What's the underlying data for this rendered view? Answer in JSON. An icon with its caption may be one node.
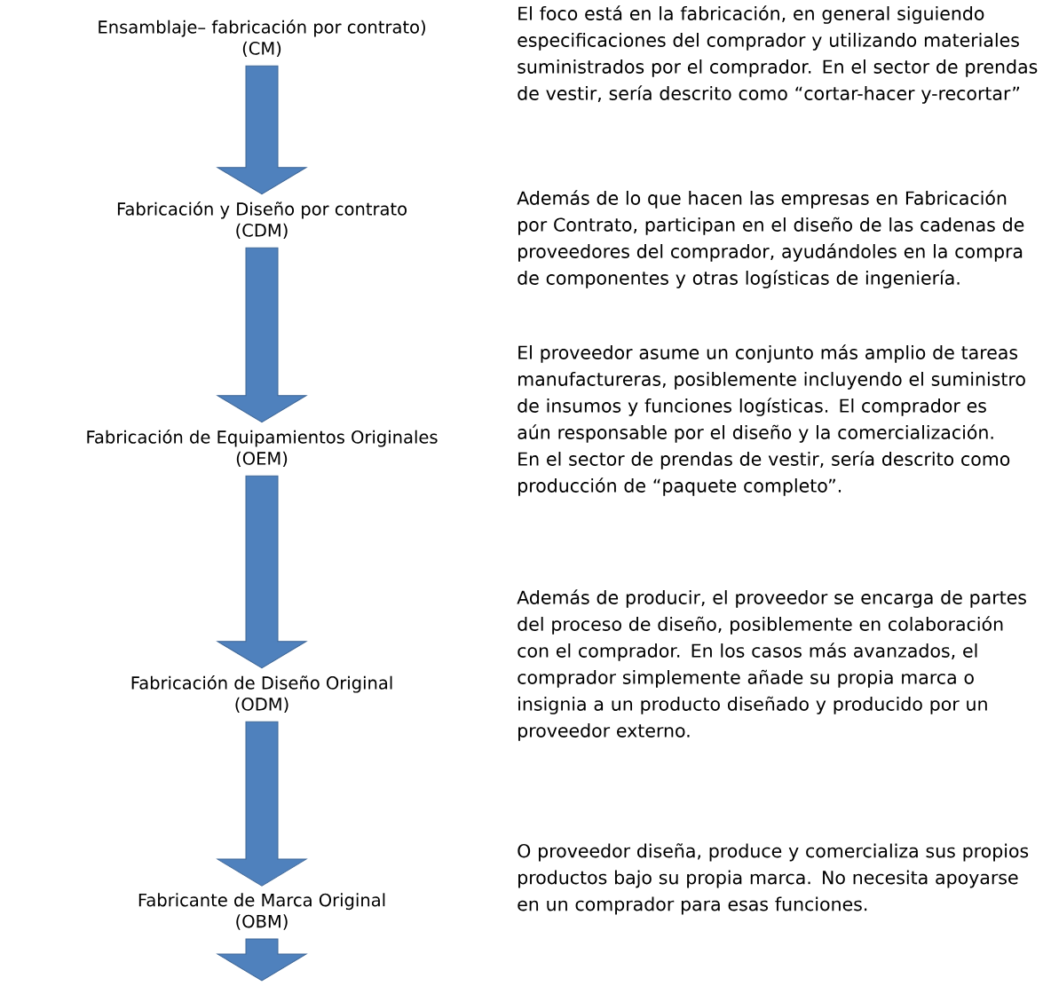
{
  "diagram": {
    "nodes": [
      {
        "text": [
          "Ensamblaje– fabricación por contrato)",
          "(CM)"
        ]
      },
      {
        "text": [
          "Fabricación y Diseño por contrato",
          "(CDM)"
        ]
      },
      {
        "text": [
          "Fabricación de Equipamientos Originales",
          "(OEM)"
        ]
      },
      {
        "text": [
          "Fabricación de Diseño Original",
          "(ODM)"
        ]
      },
      {
        "text": [
          "Fabricante de Marca Original",
          "(OBM)"
        ]
      }
    ],
    "edges": [
      {
        "from": 0,
        "to": 1,
        "arrow": "to"
      },
      {
        "from": 1,
        "to": 2,
        "arrow": "to"
      },
      {
        "from": 2,
        "to": 3,
        "arrow": "to"
      },
      {
        "from": 3,
        "to": 4,
        "arrow": "to"
      },
      {
        "from": 4,
        "to": null,
        "arrow": "to"
      }
    ],
    "labels": [
      "El foco está en la fabricación, en general siguiendo especificaciones del comprador y utilizando materiales suministrados por el comprador. En el sector de prendas de vestir, sería descrito como “cortar-hacer y-recortar”",
      "Además de lo que hacen las empresas en Fabricación por Contrato, participan en el diseño de las cadenas de proveedores del comprador, ayudándoles en la compra de componentes y otras logísticas de ingeniería.",
      "El proveedor asume un conjunto más amplio de tareas manufactureras, posiblemente incluyendo el suministro de insumos y funciones logísticas. El comprador es aún responsable por el diseño y la comercialización. En el sector de prendas de vestir, sería descrito como producción de “paquete completo”.",
      "Además de producir, el proveedor se encarga de partes del proceso de diseño, posiblemente en colaboración con el comprador. En los casos más avanzados, el comprador simplemente añade su propia marca o insignia a un producto diseñado y producido por un proveedor externo.",
      "O proveedor diseña, produce y comercializa sus propios productos bajo su propia marca. No necesita apoyarse en un comprador para esas funciones."
    ]
  }
}
